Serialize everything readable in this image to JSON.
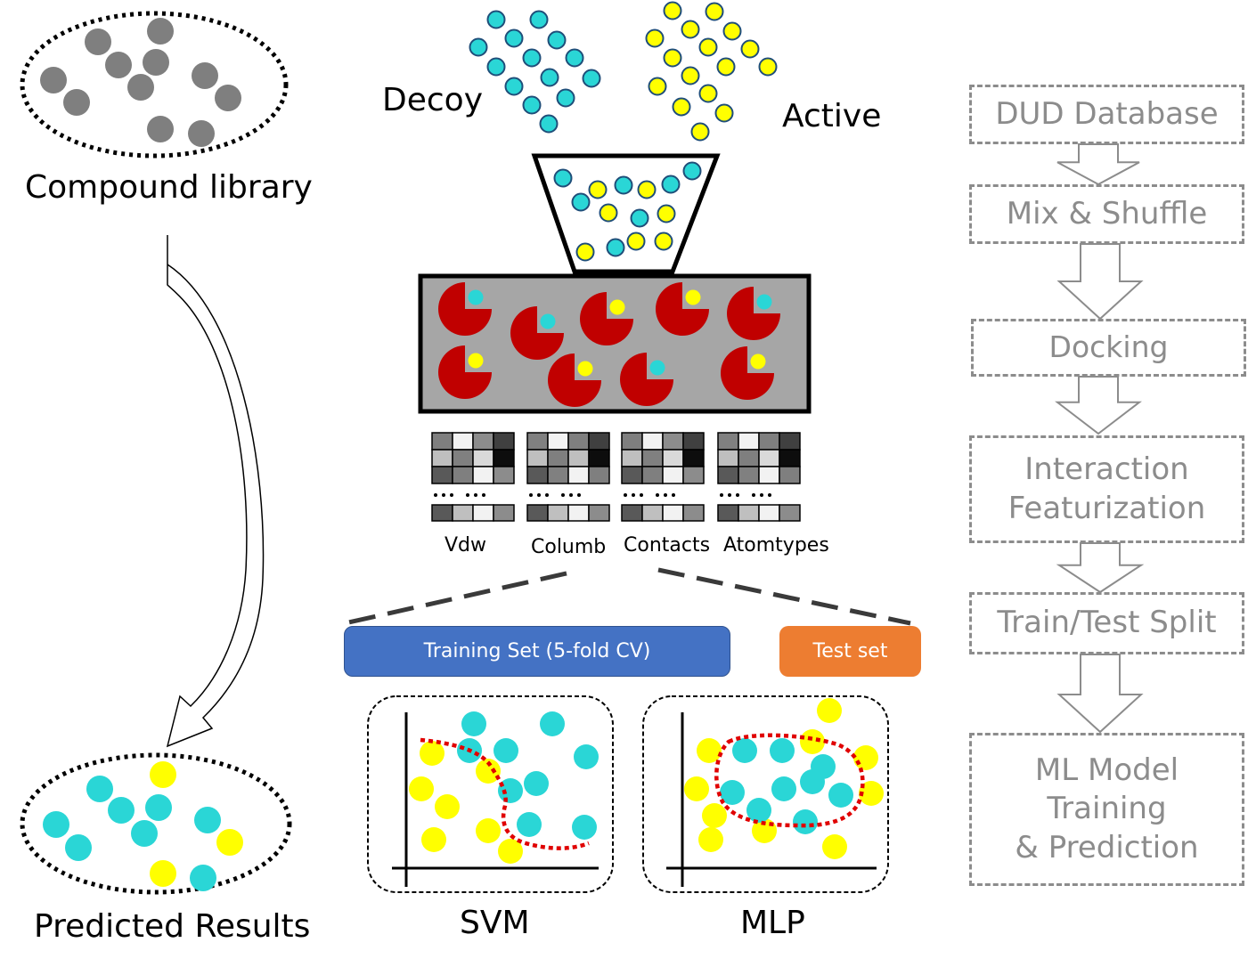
{
  "labels": {
    "compound_library": "Compound library",
    "predicted_results": "Predicted Results",
    "decoy": "Decoy",
    "active": "Active",
    "features": [
      "Vdw",
      "Columb",
      "Contacts",
      "Atomtypes"
    ],
    "training_set": "Training Set (5-fold CV)",
    "test_set": "Test set",
    "svm": "SVM",
    "mlp": "MLP"
  },
  "flow_steps": [
    {
      "label": "DUD Database"
    },
    {
      "label": "Mix & Shuffle"
    },
    {
      "label": "Docking"
    },
    {
      "label": "Interaction\nFeaturization"
    },
    {
      "label": "Train/Test Split"
    },
    {
      "label": "ML Model\nTraining\n& Prediction"
    }
  ],
  "colors": {
    "decoy": "#2ad6d6",
    "active": "#ffff00",
    "library_compound": "#7f7f7f",
    "receptor": "#c00000",
    "docking_panel": "#a6a6a6",
    "training_set": "#4472c4",
    "test_set": "#ed7d31",
    "flow_text": "#8c8c8c",
    "boundary": "#e00000"
  }
}
